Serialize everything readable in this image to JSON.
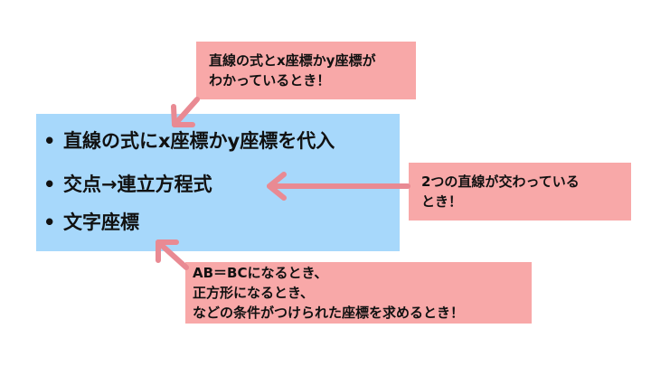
{
  "main_box": {
    "items": [
      {
        "bullet": "•",
        "text": "直線の式にx座標かy座標を代入"
      },
      {
        "bullet": "•",
        "text": "交点→連立方程式"
      },
      {
        "bullet": "•",
        "text": "文字座標"
      }
    ]
  },
  "callouts": {
    "top": {
      "lines": [
        "直線の式とx座標かy座標が",
        "わかっているとき！"
      ]
    },
    "right": {
      "lines": [
        "2つの直線が交わっている",
        "とき！"
      ]
    },
    "bottom": {
      "lines": [
        "AB＝BCになるとき、",
        "正方形になるとき、",
        "などの条件がつけられた座標を求めるとき！"
      ]
    }
  },
  "colors": {
    "main_box": "#a7d8fb",
    "callout": "#f8a8a8",
    "arrow": "#e98a93"
  }
}
